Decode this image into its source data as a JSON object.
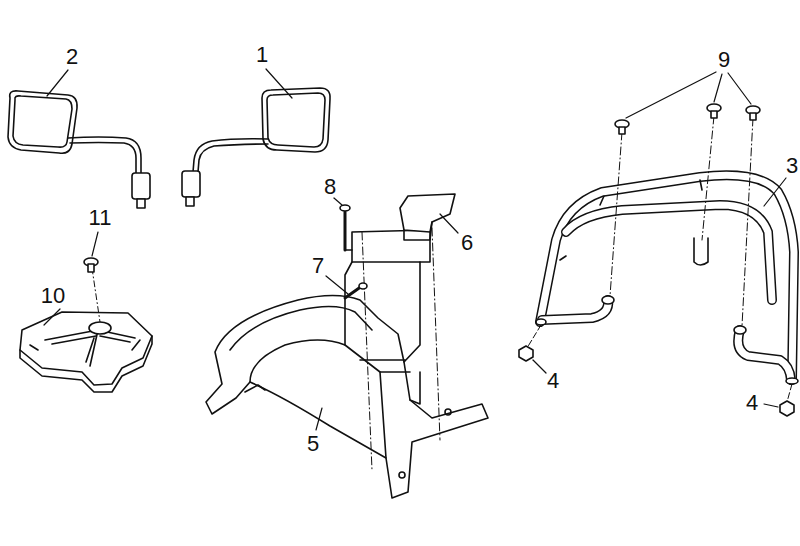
{
  "diagram": {
    "labels": [
      "2",
      "1",
      "9",
      "3",
      "8",
      "11",
      "6",
      "7",
      "10",
      "5",
      "4",
      "4"
    ]
  }
}
